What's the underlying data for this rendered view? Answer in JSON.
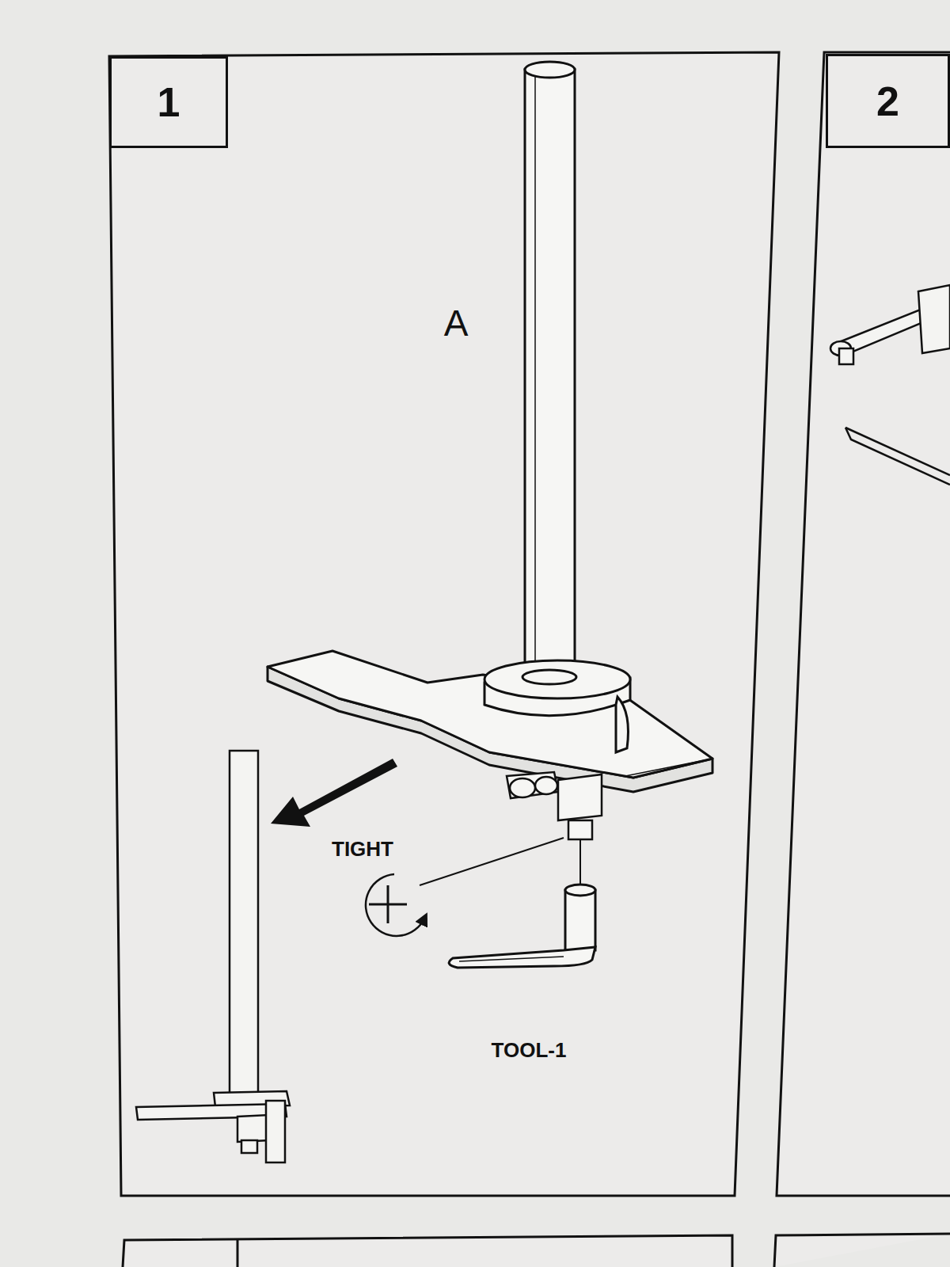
{
  "diagram": {
    "nodes": [
      {
        "text": [
          "1"
        ]
      },
      {
        "text": [
          "2"
        ]
      }
    ],
    "labels": [
      "A",
      "TIGHT",
      "TOOL-1"
    ]
  }
}
